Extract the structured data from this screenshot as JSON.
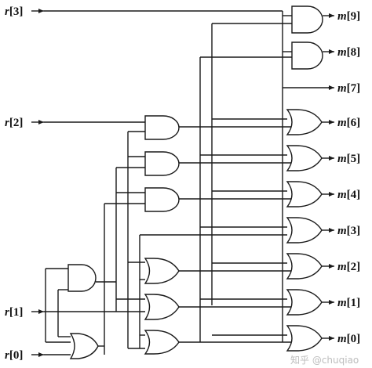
{
  "inputs": {
    "r3": {
      "base": "r",
      "index": "[3]"
    },
    "r2": {
      "base": "r",
      "index": "[2]"
    },
    "r1": {
      "base": "r",
      "index": "[1]"
    },
    "r0": {
      "base": "r",
      "index": "[0]"
    }
  },
  "outputs": {
    "m9": {
      "base": "m",
      "index": "[9]"
    },
    "m8": {
      "base": "m",
      "index": "[8]"
    },
    "m7": {
      "base": "m",
      "index": "[7]"
    },
    "m6": {
      "base": "m",
      "index": "[6]"
    },
    "m5": {
      "base": "m",
      "index": "[5]"
    },
    "m4": {
      "base": "m",
      "index": "[4]"
    },
    "m3": {
      "base": "m",
      "index": "[3]"
    },
    "m2": {
      "base": "m",
      "index": "[2]"
    },
    "m1": {
      "base": "m",
      "index": "[1]"
    },
    "m0": {
      "base": "m",
      "index": "[0]"
    }
  },
  "watermark": "知乎 @chuqiao"
}
